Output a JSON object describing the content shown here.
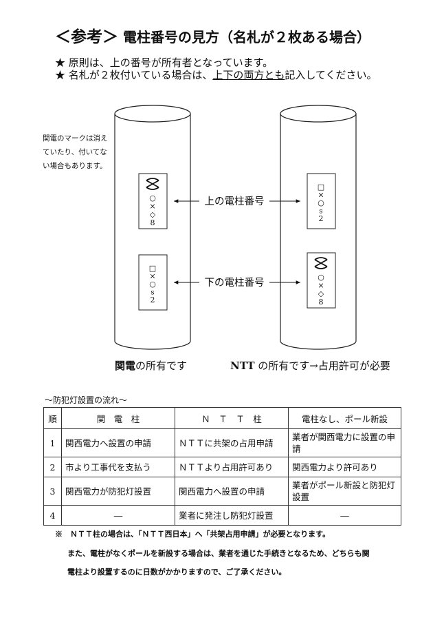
{
  "title": {
    "prefix": "＜参考＞",
    "main": "電柱番号の見方（名札が２枚ある場合）"
  },
  "bullets": [
    {
      "star": "★",
      "text": "原則は、上の番号が所有者となっています。"
    },
    {
      "star": "★",
      "pre": "名札が２枚付いている場合は、",
      "underlined": "上下の両方とも",
      "post": "記入してください。"
    }
  ],
  "side_note": "関電のマークは消えていたり、付いてない場合もあります。",
  "labels": {
    "upper": "上の電柱番号",
    "lower": "下の電柱番号"
  },
  "plates": {
    "kanden_chars": [
      "○",
      "×",
      "◇",
      "8"
    ],
    "ntt_chars": [
      "□",
      "×",
      "○",
      "s",
      "2"
    ]
  },
  "captions": {
    "left_bold": "関電",
    "left_rest": "の所有です",
    "right_bold": "NTT",
    "right_rest": " の所有です→占用許可が必要"
  },
  "flow_heading": "〜防犯灯設置の流れ〜",
  "table": {
    "headers": [
      "順",
      "関　電　柱",
      "Ｎ　Ｔ　Ｔ　柱",
      "電柱なし、ポール新設"
    ],
    "rows": [
      [
        "1",
        "関西電力へ設置の申請",
        "ＮＴＴに共架の占用申請",
        "業者が関西電力に設置の申請"
      ],
      [
        "2",
        "市より工事代を支払う",
        "ＮＴＴより占用許可あり",
        "関西電力より許可あり"
      ],
      [
        "3",
        "関西電力が防犯灯設置",
        "関西電力へ設置の申請",
        "業者がポール新設と防犯灯設置"
      ],
      [
        "4",
        "―",
        "業者に発注し防犯灯設置",
        "―"
      ]
    ]
  },
  "notes": [
    "※　ＮＴＴ柱の場合は、「ＮＴＴ西日本」へ「共架占用申請」が必要となります。",
    "また、電柱がなくポールを新設する場合は、業者を通じた手続きとなるため、どちらも関",
    "電柱より設置するのに日数がかかりますので、ご了承ください。"
  ]
}
